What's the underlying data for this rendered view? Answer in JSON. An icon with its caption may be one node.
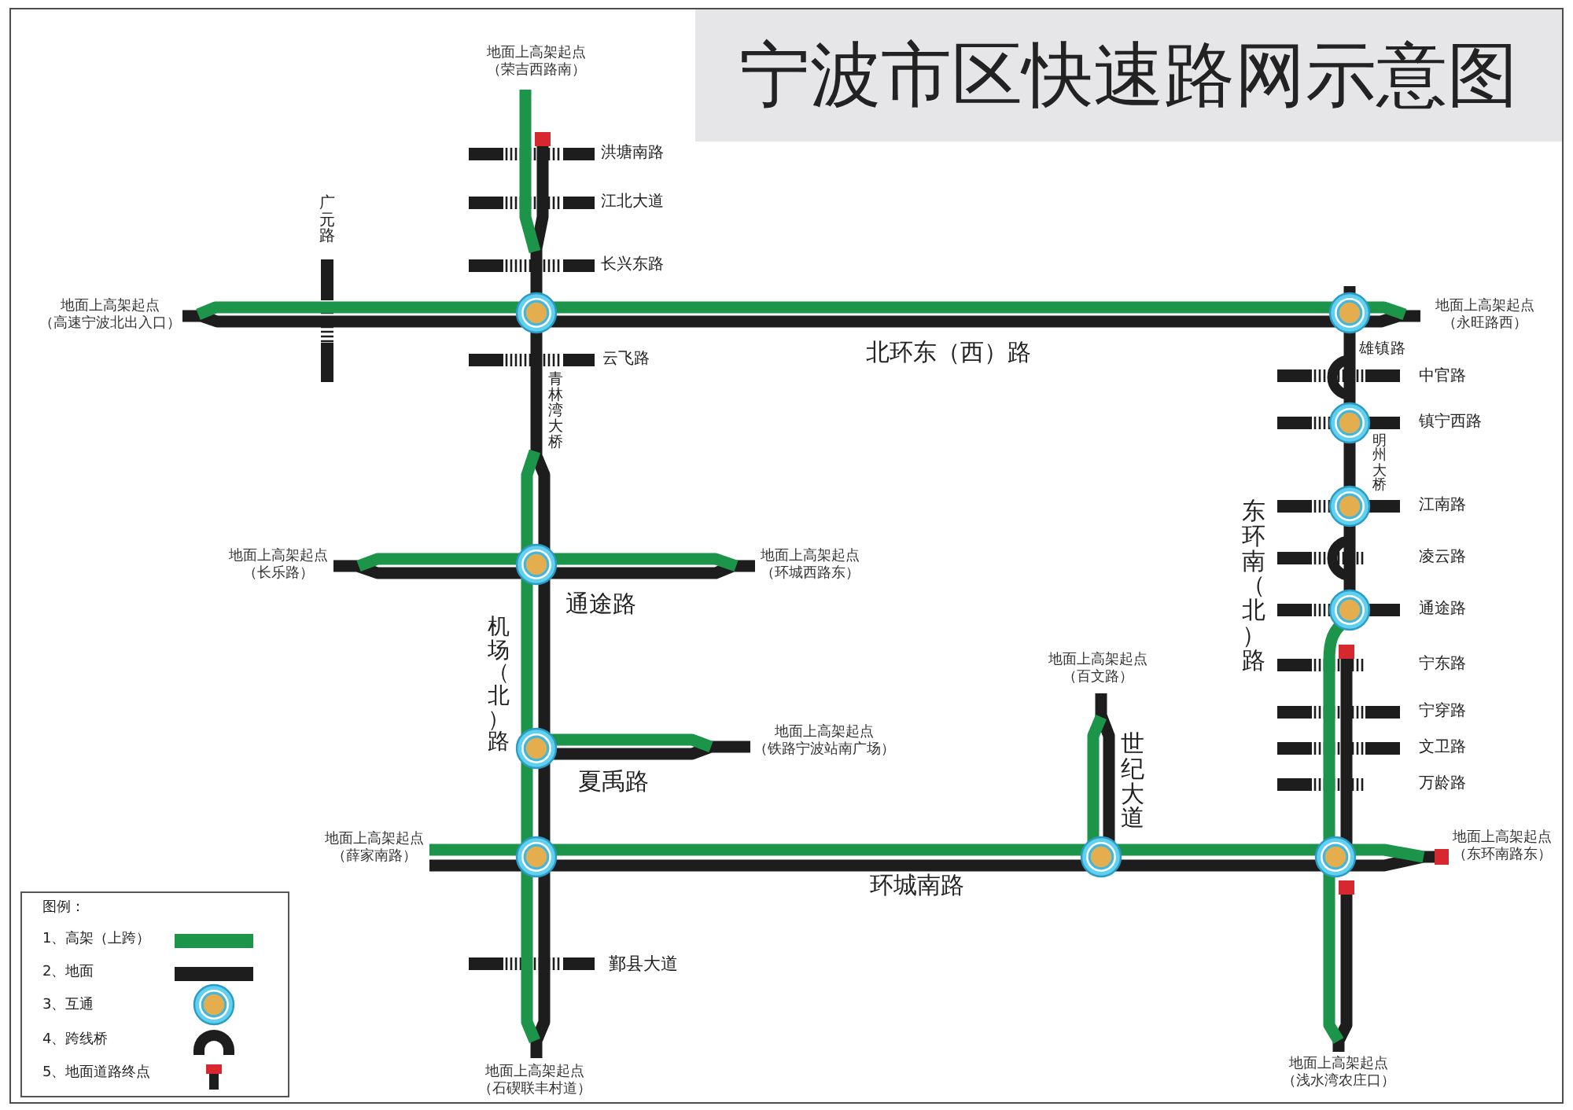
{
  "diagram": {
    "title": "宁波市区快速路网示意图",
    "labels": [
      "地面上高架起点（荣吉西路南）",
      "洪塘南路",
      "江北大道",
      "广元路",
      "长兴东路",
      "地面上高架起点（高速宁波北出入口）",
      "地面上高架起点（永旺路西）",
      "北环东（西）路",
      "雄镇路",
      "云飞路",
      "青林湾大桥",
      "中官路",
      "镇宁西路",
      "明州大桥",
      "江南路",
      "东环南（北）路",
      "凌云路",
      "地面上高架起点（长乐路）",
      "地面上高架起点（环城西路东）",
      "通途路",
      "通途路",
      "机场（北）路",
      "宁东路",
      "地面上高架起点（百文路）",
      "宁穿路",
      "地面上高架起点（铁路宁波站南广场）",
      "文卫路",
      "世纪大道",
      "夏禹路",
      "万龄路",
      "地面上高架起点（薛家南路）",
      "地面上高架起点（东环南路东）",
      "环城南路",
      "图例：",
      "鄞县大道",
      "地面上高架起点（石碶联丰村道）",
      "地面上高架起点（浅水湾农庄口）"
    ],
    "legend": [
      {
        "text": "1、高架（上跨）"
      },
      {
        "text": "2、地面"
      },
      {
        "text": "3、互通"
      },
      {
        "text": "4、跨线桥"
      },
      {
        "text": "5、地面道路终点"
      }
    ]
  }
}
